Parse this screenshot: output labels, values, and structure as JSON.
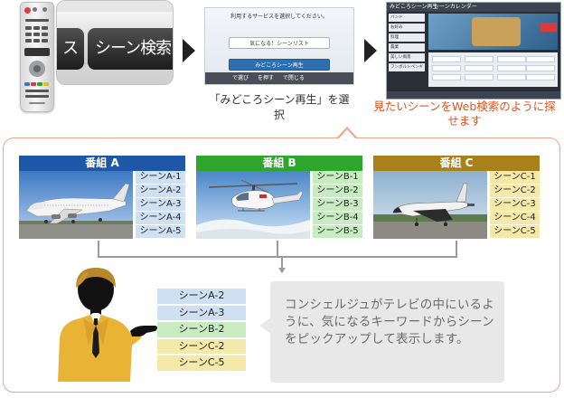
{
  "top": {
    "remote_button_label": "シーン検索",
    "zoom_left_glyph": "ス",
    "dialog": {
      "prompt": "利用するサービスを選択してください。",
      "option1": "気になる！シーンリスト",
      "option2": "みどころシーン再生",
      "footer": [
        "で選び",
        "を押す",
        "で閉じる"
      ]
    },
    "caption": "「みどころシーン再生」を選択",
    "screen": {
      "title": "みどころシーン再生",
      "subtitle": "シーンカレンダー",
      "menu": [
        "バンド",
        "お好み",
        "料理",
        "農業",
        "美しい風景",
        "フンボルトペンギン"
      ]
    },
    "callout": "見たいシーンをWeb検索のように探せます"
  },
  "colors": {
    "program_a": "#1e57a8",
    "program_b": "#2ea52c",
    "program_c": "#a9811a",
    "scene_a_bg": "#cfe0f2",
    "scene_b_bg": "#c8ebc2",
    "scene_c_bg": "#f5e9a9",
    "panel_border": "#f0a684",
    "callout": "#e8501a"
  },
  "programs": [
    {
      "name": "番組 A",
      "image": "airliner",
      "scenes": [
        "シーンA-1",
        "シーンA-2",
        "シーンA-3",
        "シーンA-4",
        "シーンA-5"
      ]
    },
    {
      "name": "番組 B",
      "image": "helicopter",
      "scenes": [
        "シーンB-1",
        "シーンB-2",
        "シーンB-3",
        "シーンB-4",
        "シーンB-5"
      ]
    },
    {
      "name": "番組 C",
      "image": "space-shuttle",
      "scenes": [
        "シーンC-1",
        "シーンC-2",
        "シーンC-3",
        "シーンC-4",
        "シーンC-5"
      ]
    }
  ],
  "picked": [
    {
      "label": "シーンA-2",
      "group": "a"
    },
    {
      "label": "シーンA-3",
      "group": "a"
    },
    {
      "label": "シーンB-2",
      "group": "b"
    },
    {
      "label": "シーンC-2",
      "group": "c"
    },
    {
      "label": "シーンC-5",
      "group": "c"
    }
  ],
  "concierge_text": "コンシェルジュがテレビの中にいるように、気になるキーワードからシーンをピックアップして表示します。"
}
